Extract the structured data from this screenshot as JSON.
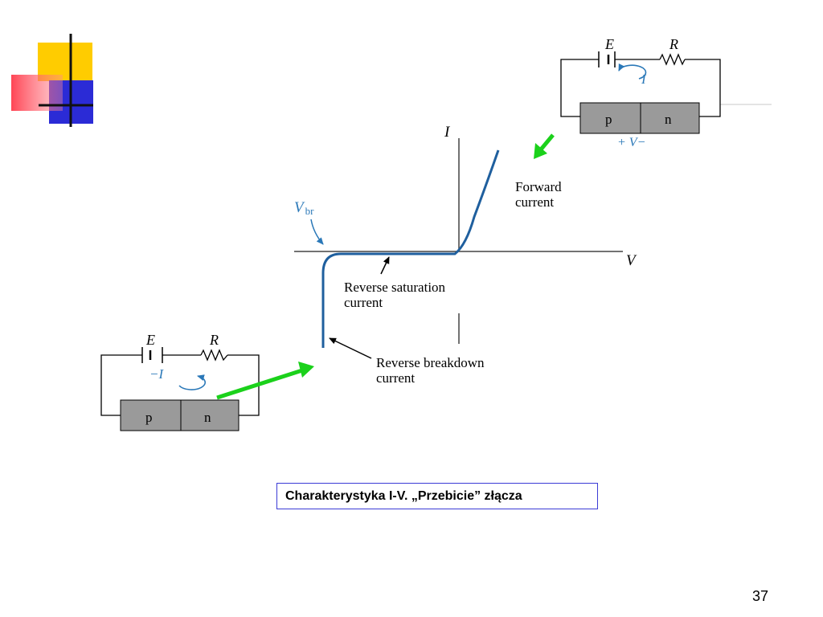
{
  "colors": {
    "curve": "#1f5f9e",
    "annotation_blue": "#2a78b8",
    "green_arrow": "#1bd11b",
    "device_fill": "#9a9a9a",
    "logo_yellow": "#ffcc00",
    "logo_red": "#ff3b4b",
    "logo_blue": "#2b2bd6",
    "caption_border": "#3b3bd6"
  },
  "graph": {
    "axis_i_label": "I",
    "axis_v_label": "V",
    "vbr_label": "V",
    "vbr_sub": "br",
    "forward_label_line1": "Forward",
    "forward_label_line2": "current",
    "reverse_sat_line1": "Reverse saturation",
    "reverse_sat_line2": "current",
    "reverse_break_line1": "Reverse breakdown",
    "reverse_break_line2": "current"
  },
  "forward_circuit": {
    "e_label": "E",
    "r_label": "R",
    "current_label": "I",
    "p_label": "p",
    "n_label": "n",
    "voltage_label": "+ V−"
  },
  "reverse_circuit": {
    "e_label": "E",
    "r_label": "R",
    "current_label": "−I",
    "p_label": "p",
    "n_label": "n"
  },
  "caption": "Charakterystyka I-V. „Przebicie” złącza",
  "page_number": "37"
}
